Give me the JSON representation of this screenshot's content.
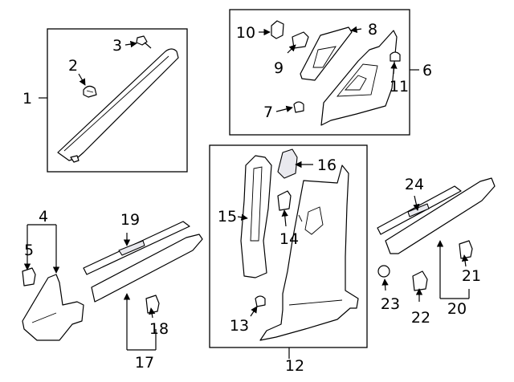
{
  "diagram": {
    "callouts": [
      {
        "id": "c1",
        "label": "1"
      },
      {
        "id": "c2",
        "label": "2"
      },
      {
        "id": "c3",
        "label": "3"
      },
      {
        "id": "c4",
        "label": "4"
      },
      {
        "id": "c5",
        "label": "5"
      },
      {
        "id": "c6",
        "label": "6"
      },
      {
        "id": "c7",
        "label": "7"
      },
      {
        "id": "c8",
        "label": "8"
      },
      {
        "id": "c9",
        "label": "9"
      },
      {
        "id": "c10",
        "label": "10"
      },
      {
        "id": "c11",
        "label": "11"
      },
      {
        "id": "c12",
        "label": "12"
      },
      {
        "id": "c13",
        "label": "13"
      },
      {
        "id": "c14",
        "label": "14"
      },
      {
        "id": "c15",
        "label": "15"
      },
      {
        "id": "c16",
        "label": "16"
      },
      {
        "id": "c17",
        "label": "17"
      },
      {
        "id": "c18",
        "label": "18"
      },
      {
        "id": "c19",
        "label": "19"
      },
      {
        "id": "c20",
        "label": "20"
      },
      {
        "id": "c21",
        "label": "21"
      },
      {
        "id": "c22",
        "label": "22"
      },
      {
        "id": "c23",
        "label": "23"
      },
      {
        "id": "c24",
        "label": "24"
      }
    ],
    "colors": {
      "line": "#000000",
      "background": "#ffffff",
      "panel_shade": "#e9e9ee"
    }
  }
}
